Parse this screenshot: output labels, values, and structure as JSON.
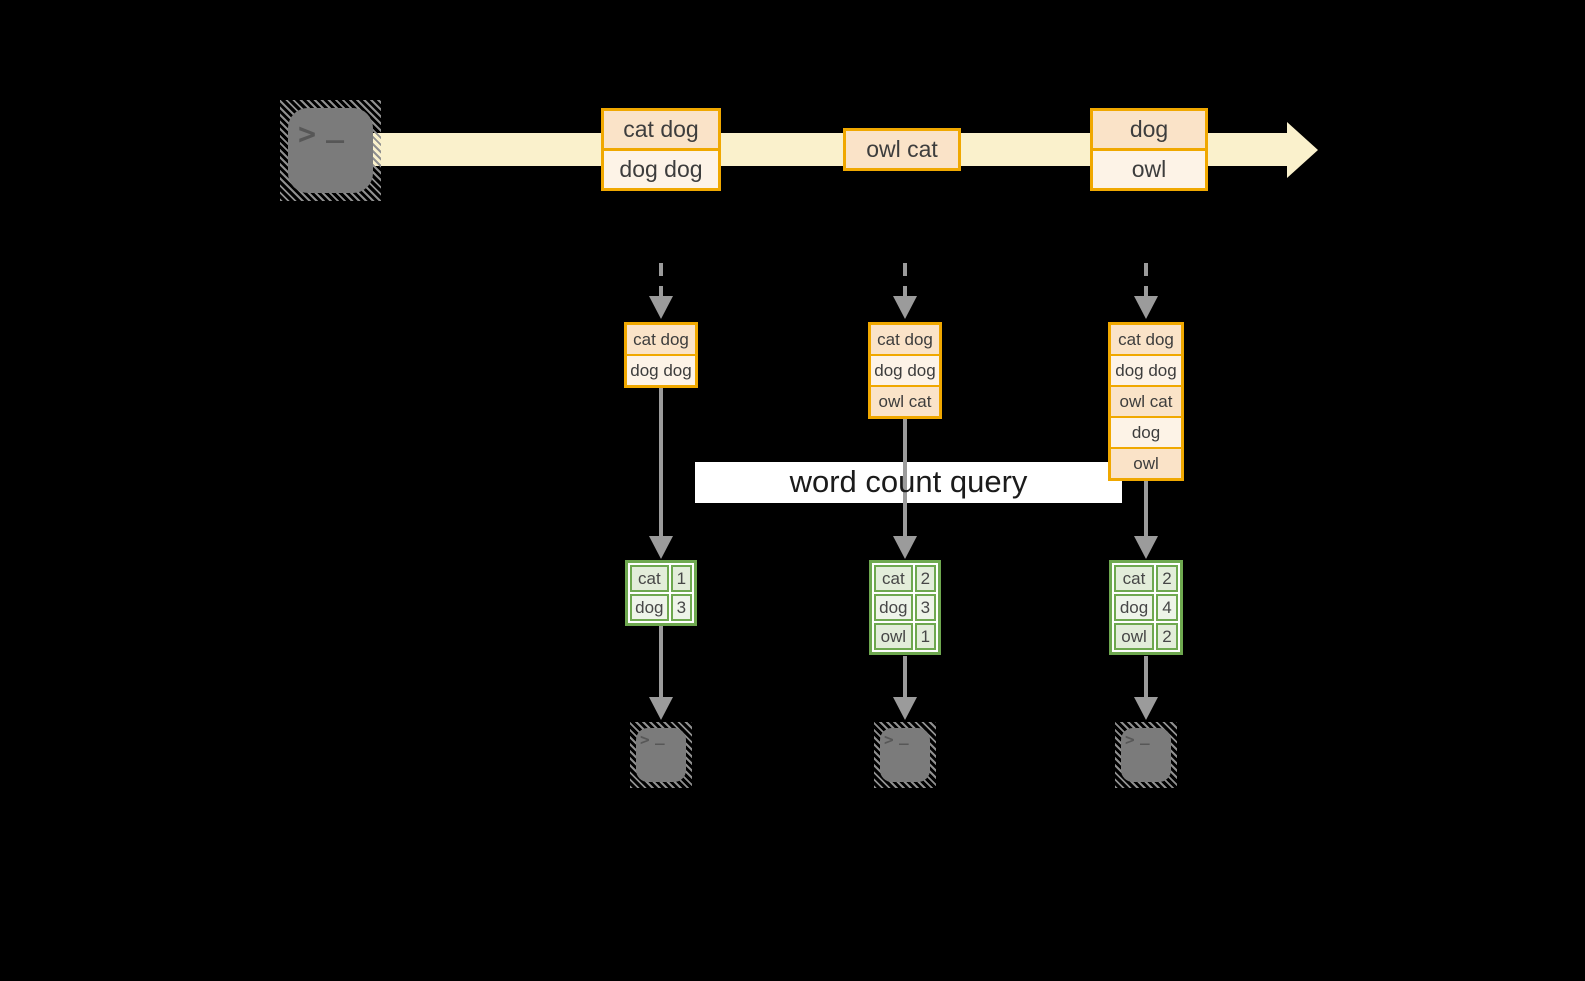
{
  "query": {
    "label": "word count query"
  },
  "stream": {
    "batches": [
      {
        "records": [
          "cat dog",
          "dog dog"
        ]
      },
      {
        "records": [
          "owl cat"
        ]
      },
      {
        "records": [
          "dog",
          "owl"
        ]
      }
    ]
  },
  "triggers": [
    {
      "state": [
        "cat dog",
        "dog dog"
      ],
      "result": [
        {
          "word": "cat",
          "count": "1"
        },
        {
          "word": "dog",
          "count": "3"
        }
      ]
    },
    {
      "state": [
        "cat dog",
        "dog dog",
        "owl cat"
      ],
      "result": [
        {
          "word": "cat",
          "count": "2"
        },
        {
          "word": "dog",
          "count": "3"
        },
        {
          "word": "owl",
          "count": "1"
        }
      ]
    },
    {
      "state": [
        "cat dog",
        "dog dog",
        "owl cat",
        "dog",
        "owl"
      ],
      "result": [
        {
          "word": "cat",
          "count": "2"
        },
        {
          "word": "dog",
          "count": "4"
        },
        {
          "word": "owl",
          "count": "2"
        }
      ]
    }
  ],
  "icons": {
    "terminal_prompt_chevron": ">",
    "terminal_prompt_underscore": "_",
    "stream_arrowhead": "right-arrowhead",
    "flow_arrowhead": "down-arrowhead"
  },
  "colors": {
    "background": "#000000",
    "stream_band": "#FAF1CC",
    "record_border": "#F0A800",
    "record_fill_dark": "#FAE3C8",
    "record_fill_light": "#FDF3E7",
    "table_border": "#6EA84F",
    "table_fill_dark": "#E3EDDA",
    "table_fill_light": "#EEF4E9",
    "arrow_gray": "#9B9B9B",
    "terminal_gray": "#7B7B7B",
    "text_dark": "#3D3D3D"
  }
}
